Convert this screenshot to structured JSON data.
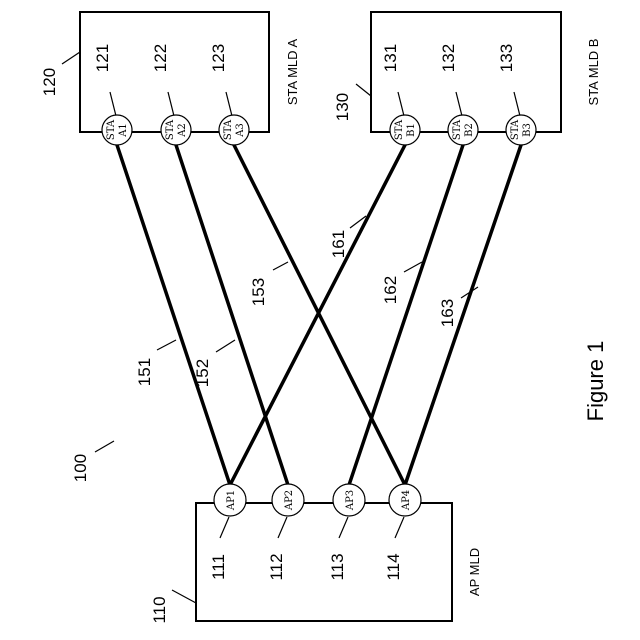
{
  "figure": {
    "caption": "Figure 1",
    "system_ref": "100",
    "ap_mld": {
      "label": "AP MLD",
      "ref": "110",
      "affiliated": [
        {
          "ref": "111",
          "name": "AP1"
        },
        {
          "ref": "112",
          "name": "AP2"
        },
        {
          "ref": "113",
          "name": "AP3"
        },
        {
          "ref": "114",
          "name": "AP4"
        }
      ]
    },
    "sta_mld_a": {
      "label": "STA MLD A",
      "ref": "120",
      "affiliated": [
        {
          "ref": "121",
          "line1": "STA",
          "line2": "A1"
        },
        {
          "ref": "122",
          "line1": "STA",
          "line2": "A2"
        },
        {
          "ref": "123",
          "line1": "STA",
          "line2": "A3"
        }
      ]
    },
    "sta_mld_b": {
      "label": "STA MLD B",
      "ref": "130",
      "affiliated": [
        {
          "ref": "131",
          "line1": "STA",
          "line2": "B1"
        },
        {
          "ref": "132",
          "line1": "STA",
          "line2": "B2"
        },
        {
          "ref": "133",
          "line1": "STA",
          "line2": "B3"
        }
      ]
    },
    "links": [
      {
        "ref": "151",
        "from": "STA A1",
        "to": "AP1"
      },
      {
        "ref": "152",
        "from": "STA A2",
        "to": "AP2"
      },
      {
        "ref": "153",
        "from": "STA A3",
        "to": "AP4"
      },
      {
        "ref": "161",
        "from": "STA B1",
        "to": "AP1"
      },
      {
        "ref": "162",
        "from": "STA B2",
        "to": "AP3"
      },
      {
        "ref": "163",
        "from": "STA B3",
        "to": "AP4"
      }
    ]
  }
}
